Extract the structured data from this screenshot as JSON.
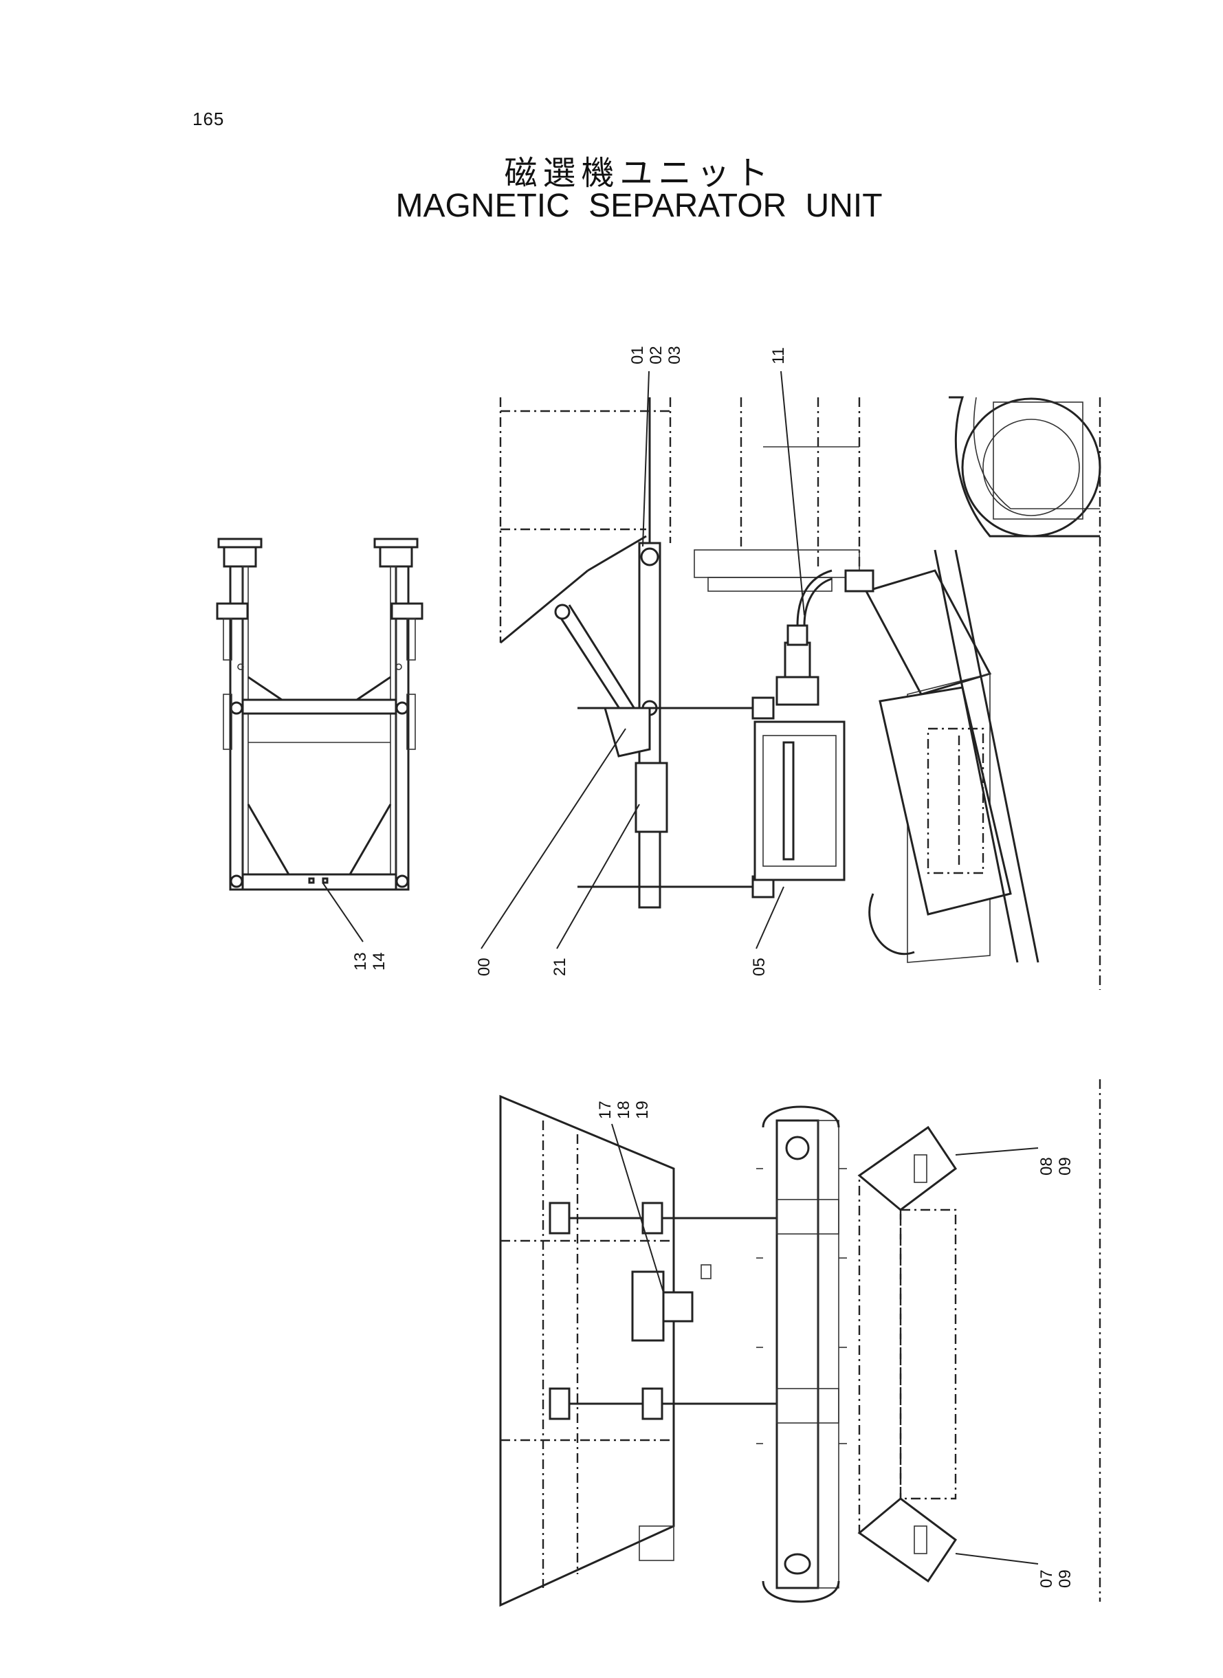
{
  "page": {
    "number": "165",
    "title_ja": "磁選機ユニット",
    "title_en": "MAGNETIC  SEPARATOR  UNIT"
  },
  "callouts": {
    "c01": "01",
    "c02": "02",
    "c03": "03",
    "c11": "11",
    "c00": "00",
    "c21": "21",
    "c05": "05",
    "c13": "13",
    "c14": "14",
    "c17": "17",
    "c18": "18",
    "c19": "19",
    "c08": "08",
    "c09a": "09",
    "c07": "07",
    "c09b": "09"
  }
}
